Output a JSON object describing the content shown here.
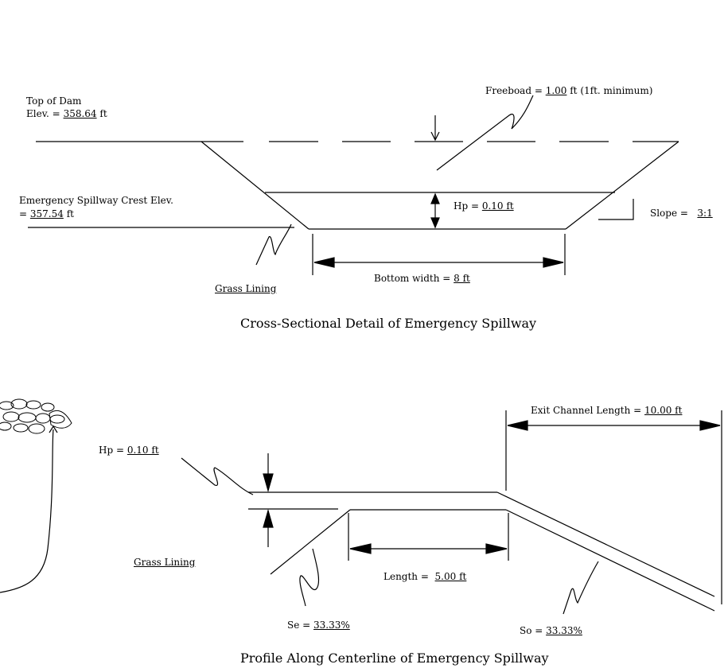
{
  "section": {
    "top_of_dam": {
      "title": "Top of Dam",
      "prefix": "Elev. = ",
      "value": "358.64",
      "unit": " ft"
    },
    "freeboard": {
      "prefix": "Freeboad = ",
      "value": "1.00",
      "suffix": " ft (1ft. minimum)"
    },
    "crest": {
      "title": "Emergency Spillway Crest Elev.",
      "prefix": "= ",
      "value": "357.54",
      "unit": " ft"
    },
    "hp": {
      "prefix": "Hp = ",
      "value": "0.10 ft"
    },
    "slope": {
      "prefix": "Slope = ",
      "value": "3:1"
    },
    "grass_lining": "Grass Lining",
    "bottom_width": {
      "prefix": "Bottom width = ",
      "value": "8 ft"
    },
    "caption": "Cross-Sectional Detail of Emergency Spillway"
  },
  "profile": {
    "hp": {
      "prefix": "Hp = ",
      "value": "0.10 ft"
    },
    "exit_channel": {
      "prefix": "Exit Channel Length = ",
      "value": "10.00 ft"
    },
    "grass_lining": "Grass Lining",
    "length": {
      "prefix": "Length = ",
      "value": "5.00 ft"
    },
    "se": {
      "prefix": "Se = ",
      "value": "33.33%"
    },
    "so": {
      "prefix": "So = ",
      "value": "33.33%"
    },
    "caption": "Profile Along Centerline of Emergency Spillway"
  }
}
